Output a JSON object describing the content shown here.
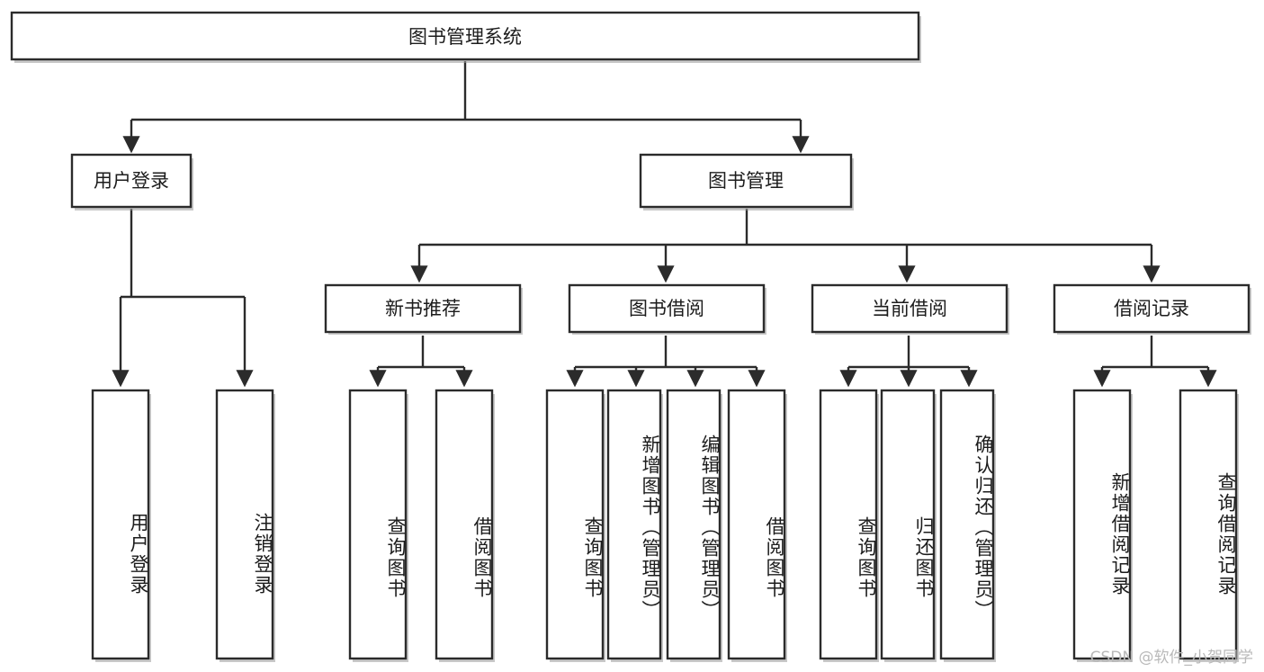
{
  "diagram": {
    "title": "图书管理系统",
    "type": "tree-hierarchy-diagram",
    "watermark": "CSDN @软件_小贺同学",
    "root": {
      "label": "图书管理系统"
    },
    "level2": [
      {
        "label": "用户登录"
      },
      {
        "label": "图书管理"
      }
    ],
    "level3": [
      {
        "label": "新书推荐"
      },
      {
        "label": "图书借阅"
      },
      {
        "label": "当前借阅"
      },
      {
        "label": "借阅记录"
      }
    ],
    "leaves": {
      "user_login": [
        {
          "label": "用户登录"
        },
        {
          "label": "注销登录"
        }
      ],
      "new_book_recommend": [
        {
          "label": "查询图书"
        },
        {
          "label": "借阅图书"
        }
      ],
      "book_borrow": [
        {
          "label": "查询图书"
        },
        {
          "label": "新增图书（管理员）"
        },
        {
          "label": "编辑图书（管理员）"
        },
        {
          "label": "借阅图书"
        }
      ],
      "current_borrow": [
        {
          "label": "查询图书"
        },
        {
          "label": "归还图书"
        },
        {
          "label": "确认归还（管理员）"
        }
      ],
      "borrow_record": [
        {
          "label": "新增借阅记录"
        },
        {
          "label": "查询借阅记录"
        }
      ]
    },
    "colors": {
      "stroke": "#2b2b2b",
      "fill": "#ffffff",
      "text": "#1c1c1c",
      "watermark": "#b9b9b9"
    }
  }
}
